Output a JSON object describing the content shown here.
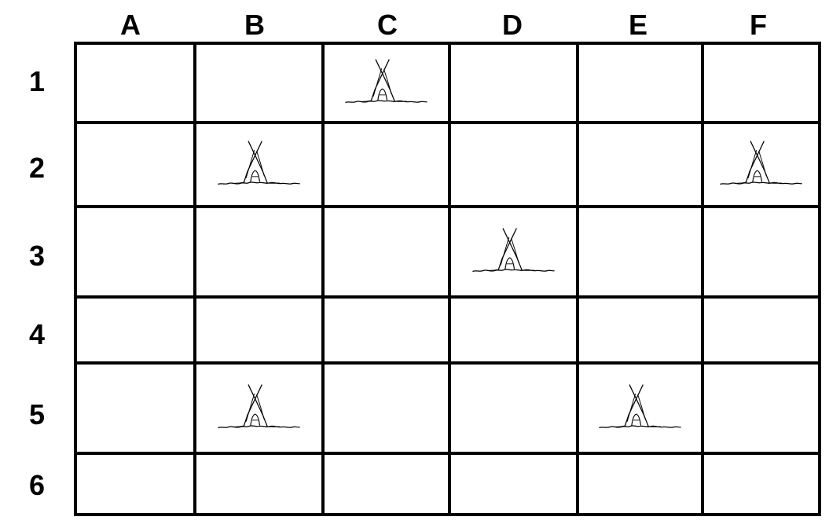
{
  "board": {
    "columns": [
      "A",
      "B",
      "C",
      "D",
      "E",
      "F"
    ],
    "rows": [
      "1",
      "2",
      "3",
      "4",
      "5",
      "6"
    ],
    "tents": [
      {
        "cell": "C1",
        "col": "C",
        "row": "1"
      },
      {
        "cell": "B2",
        "col": "B",
        "row": "2"
      },
      {
        "cell": "F2",
        "col": "F",
        "row": "2"
      },
      {
        "cell": "D3",
        "col": "D",
        "row": "3"
      },
      {
        "cell": "B5",
        "col": "B",
        "row": "5"
      },
      {
        "cell": "E5",
        "col": "E",
        "row": "5"
      }
    ],
    "tent_icon": "tent-icon",
    "line_color": "#000000",
    "background_color": "#ffffff"
  }
}
